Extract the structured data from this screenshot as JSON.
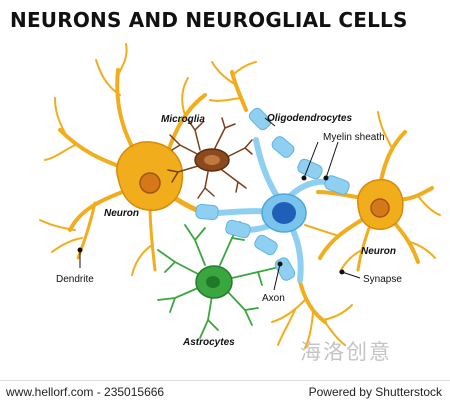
{
  "title": "NEURONS AND NEUROGLIAL CELLS",
  "labels": {
    "microglia": "Microglia",
    "oligodendrocytes": "Oligodendrocytes",
    "myelin_sheath": "Myelin sheath",
    "neuron_left": "Neuron",
    "neuron_right": "Neuron",
    "dendrite": "Dendrite",
    "synapse": "Synapse",
    "axon": "Axon",
    "astrocytes": "Astrocytes"
  },
  "watermark": "海洛创意",
  "footer": {
    "left": "www.hellorf.com - 235015666",
    "right": "Powered by Shutterstock"
  },
  "colors": {
    "neuron": "#f2ad1d",
    "neuron_dark": "#d98a07",
    "nucleus": "#d5781a",
    "microglia": "#7a3f1a",
    "astrocyte": "#3aa63f",
    "myelin": "#8fd0f2",
    "oligo_body": "#78c4ec",
    "oligo_nucleus": "#1f5fb8"
  }
}
